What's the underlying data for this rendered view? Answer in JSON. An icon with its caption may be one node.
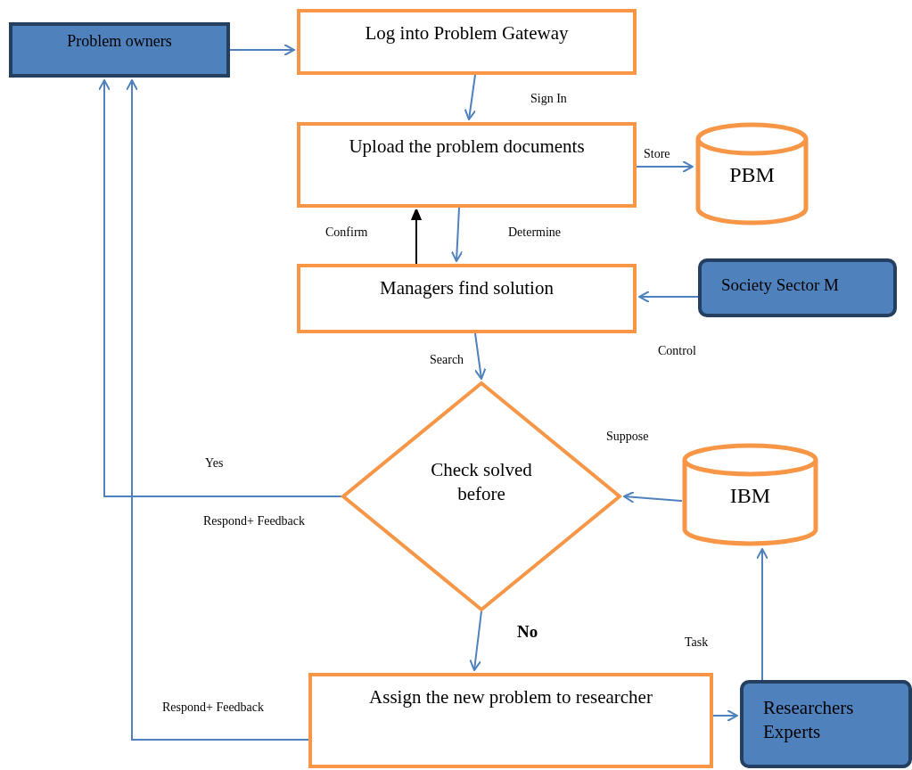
{
  "diagram": {
    "nodes": [
      {
        "text": [
          "Problem owners"
        ]
      },
      {
        "text": [
          "Log into Problem Gateway"
        ]
      },
      {
        "text": [
          "Upload the problem documents"
        ]
      },
      {
        "text": [
          "PBM"
        ]
      },
      {
        "text": [
          "Society Sector M"
        ]
      },
      {
        "text": [
          "Managers find solution"
        ]
      },
      {
        "text": [
          "Check solved before"
        ]
      },
      {
        "text": [
          "IBM"
        ]
      },
      {
        "text": [
          "Assign the new problem to researcher"
        ]
      },
      {
        "text": [
          "Researchers Experts"
        ]
      }
    ],
    "edges": [
      {
        "from": 0,
        "to": 1,
        "arrow": "to"
      },
      {
        "from": 1,
        "to": 2,
        "arrow": "to",
        "label": "Sign In"
      },
      {
        "from": 2,
        "to": 3,
        "arrow": "to",
        "label": "Store"
      },
      {
        "from": 5,
        "to": 2,
        "arrow": "to",
        "label": "Confirm",
        "color": "#000000"
      },
      {
        "from": 2,
        "to": 5,
        "arrow": "to",
        "label": "Determine"
      },
      {
        "from": 4,
        "to": 5,
        "arrow": "to",
        "label": "Control"
      },
      {
        "from": 5,
        "to": 6,
        "arrow": "to",
        "label": "Search"
      },
      {
        "from": 7,
        "to": 6,
        "arrow": "to",
        "label": "Suppose"
      },
      {
        "from": 6,
        "to": 0,
        "arrow": "to",
        "label": "Yes"
      },
      {
        "from": 8,
        "to": 0,
        "arrow": "to",
        "label": "Respond+ Feedback"
      },
      {
        "from": 6,
        "to": 8,
        "arrow": "to",
        "label": "No"
      },
      {
        "from": 8,
        "to": 9,
        "arrow": "to"
      },
      {
        "from": 9,
        "to": 7,
        "arrow": "to",
        "label": "Task"
      }
    ],
    "labels": [
      "Respond+ Feedback"
    ]
  }
}
